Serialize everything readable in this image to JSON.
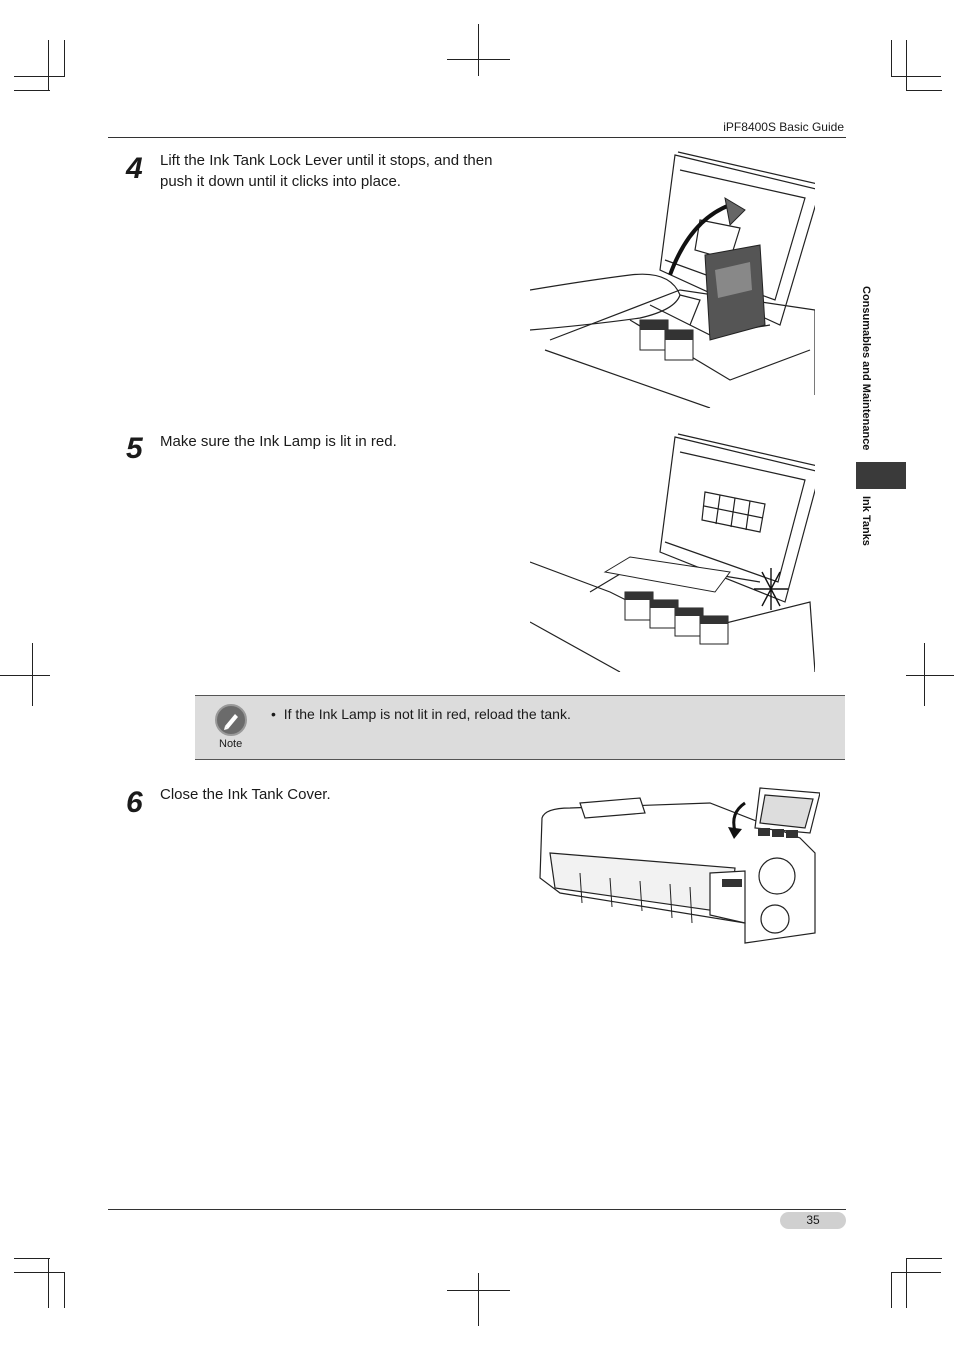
{
  "header": {
    "title": "iPF8400S Basic Guide"
  },
  "side_tab": {
    "section_label": "Consumables and Maintenance",
    "subsection_label": "Ink Tanks"
  },
  "steps": [
    {
      "number": "4",
      "text": "Lift the Ink Tank Lock Lever until it stops, and then push it down until it clicks into place."
    },
    {
      "number": "5",
      "text": "Make sure the Ink Lamp is lit in red."
    },
    {
      "number": "6",
      "text": "Close the Ink Tank Cover."
    }
  ],
  "note": {
    "label": "Note",
    "items": [
      "If the Ink Lamp is not lit in red, reload the tank."
    ]
  },
  "footer": {
    "page_number": "35"
  }
}
